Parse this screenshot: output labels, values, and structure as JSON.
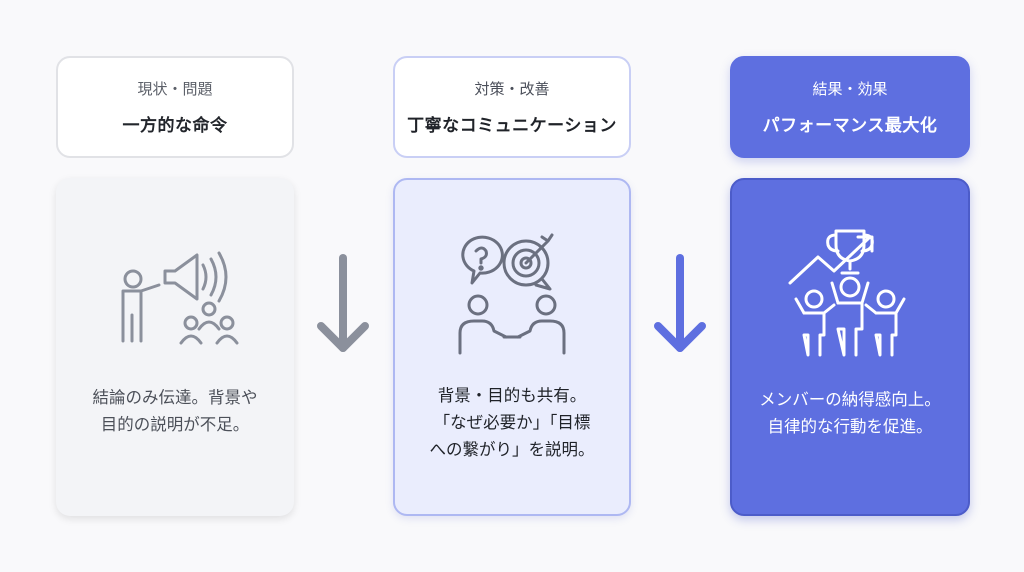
{
  "columns": [
    {
      "header_sub": "現状・問題",
      "header_main": "一方的な命令",
      "icon": "megaphone-speaker-icon",
      "body_lines": [
        "結論のみ伝達。背景や",
        "目的の説明が不足。"
      ]
    },
    {
      "header_sub": "対策・改善",
      "header_main": "丁寧なコミュニケーション",
      "icon": "dialogue-target-icon",
      "body_lines": [
        "背景・目的も共有。",
        "「なぜ必要か」「目標",
        "への繋がり」を説明。"
      ]
    },
    {
      "header_sub": "結果・効果",
      "header_main": "パフォーマンス最大化",
      "icon": "team-trophy-growth-icon",
      "body_lines": [
        "メンバーの納得感向上。",
        "自律的な行動を促進。"
      ]
    }
  ],
  "arrows": [
    {
      "icon": "arrow-down-icon",
      "color": "#8b909c"
    },
    {
      "icon": "arrow-down-icon",
      "color": "#5e6fe0"
    }
  ],
  "colors": {
    "accent": "#5e6fe0",
    "neutral_icon": "#8b909c",
    "improve_icon": "#6b7080"
  }
}
